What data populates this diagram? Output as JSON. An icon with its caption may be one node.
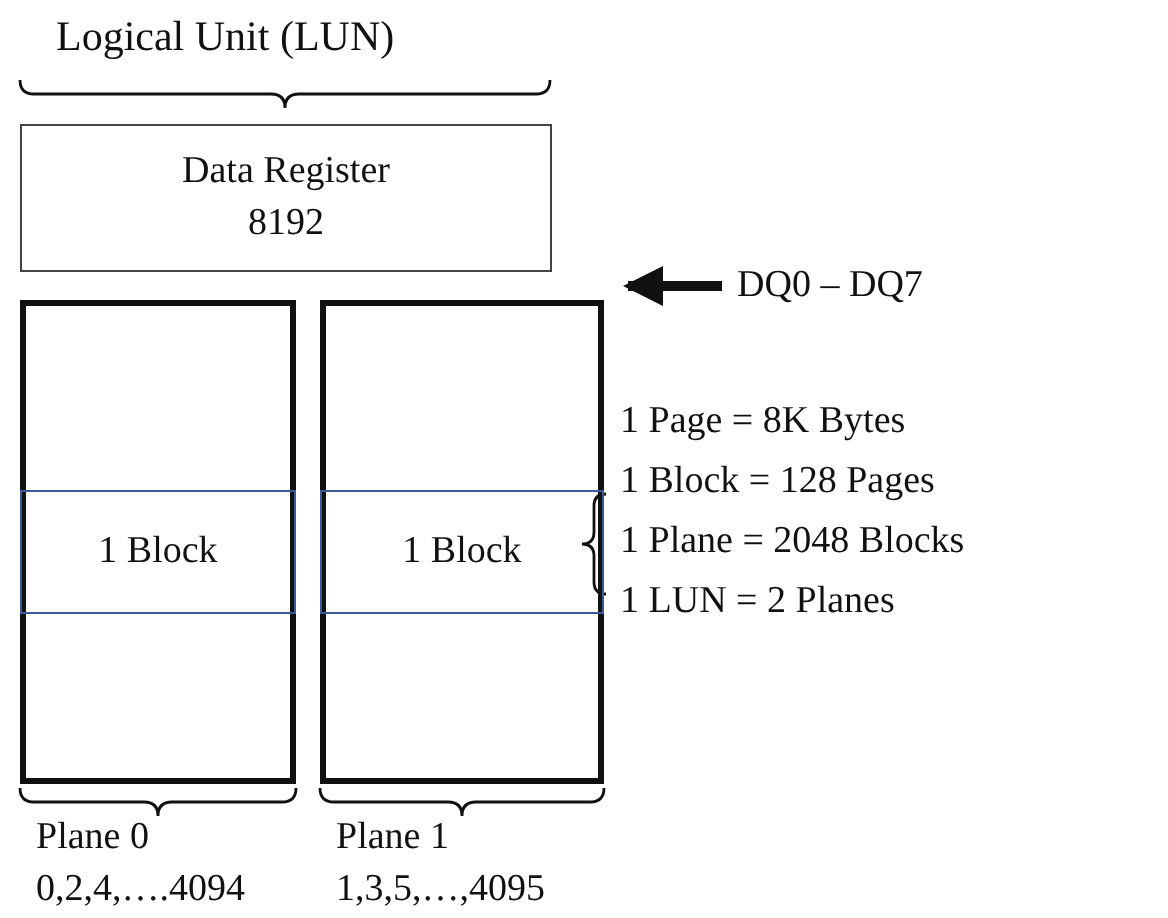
{
  "diagram": {
    "nodes": [
      {
        "text": [
          "Data Register 8192"
        ]
      },
      {
        "text": [
          "DQ0 – DQ7"
        ]
      },
      {
        "text": [],
        "shape": "box",
        "beside": [
          "Plane 0",
          "0,2,4,….4094"
        ]
      },
      {
        "text": [
          "1 Block"
        ],
        "in": 2
      },
      {
        "text": [],
        "shape": "box",
        "beside": [
          "Plane 1",
          "1,3,5,…,4095"
        ]
      },
      {
        "text": [
          "1 Block"
        ],
        "in": 4
      }
    ],
    "edges": [
      {
        "from": 1,
        "to": 0,
        "arrow": "to"
      }
    ],
    "labels": [
      "Logical Unit (LUN)",
      "1 Page = 8K Bytes",
      "1 Block = 128 Pages",
      "1 Plane = 2048 Blocks",
      "1 LUN = 2 Planes"
    ]
  }
}
